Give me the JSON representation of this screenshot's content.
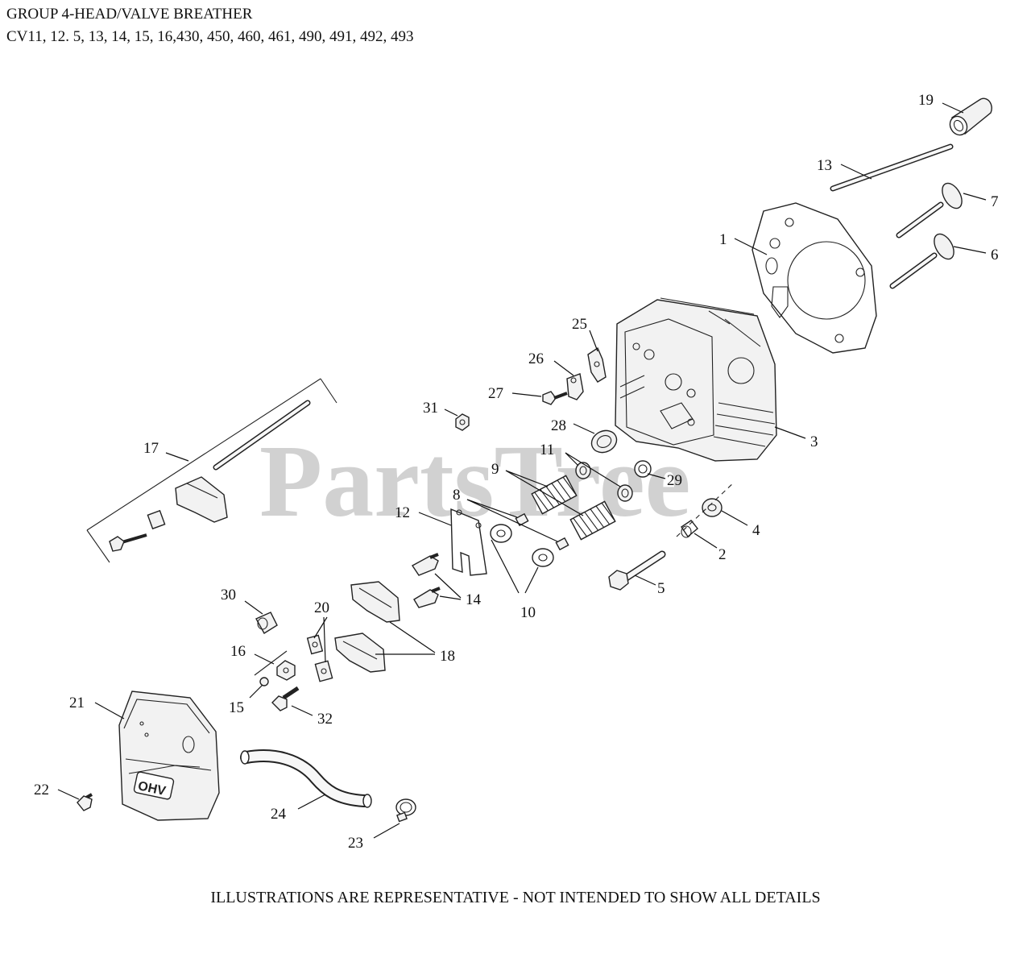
{
  "header": {
    "title": "GROUP 4-HEAD/VALVE BREATHER",
    "models": "CV11, 12. 5, 13, 14, 15, 16,430, 450, 460, 461, 490, 491, 492, 493"
  },
  "watermark": "PartsTree",
  "footer": "ILLUSTRATIONS ARE REPRESENTATIVE - NOT INTENDED TO SHOW ALL DETAILS",
  "callouts": [
    {
      "id": "c1",
      "label": "1"
    },
    {
      "id": "c2",
      "label": "2"
    },
    {
      "id": "c3",
      "label": "3"
    },
    {
      "id": "c4",
      "label": "4"
    },
    {
      "id": "c5",
      "label": "5"
    },
    {
      "id": "c6",
      "label": "6"
    },
    {
      "id": "c7",
      "label": "7"
    },
    {
      "id": "c8",
      "label": "8"
    },
    {
      "id": "c9",
      "label": "9"
    },
    {
      "id": "c10",
      "label": "10"
    },
    {
      "id": "c11",
      "label": "11"
    },
    {
      "id": "c12",
      "label": "12"
    },
    {
      "id": "c13",
      "label": "13"
    },
    {
      "id": "c14",
      "label": "14"
    },
    {
      "id": "c15",
      "label": "15"
    },
    {
      "id": "c16",
      "label": "16"
    },
    {
      "id": "c17",
      "label": "17"
    },
    {
      "id": "c18",
      "label": "18"
    },
    {
      "id": "c19",
      "label": "19"
    },
    {
      "id": "c20",
      "label": "20"
    },
    {
      "id": "c21",
      "label": "21"
    },
    {
      "id": "c22",
      "label": "22"
    },
    {
      "id": "c23",
      "label": "23"
    },
    {
      "id": "c24",
      "label": "24"
    },
    {
      "id": "c25",
      "label": "25"
    },
    {
      "id": "c26",
      "label": "26"
    },
    {
      "id": "c27",
      "label": "27"
    },
    {
      "id": "c28",
      "label": "28"
    },
    {
      "id": "c29",
      "label": "29"
    },
    {
      "id": "c30",
      "label": "30"
    },
    {
      "id": "c31",
      "label": "31"
    },
    {
      "id": "c32",
      "label": "32"
    }
  ],
  "cover_marking": "OHV",
  "colors": {
    "ink": "#111111",
    "watermark": "#c9c9c9",
    "part_fill": "#f2f2f2"
  }
}
